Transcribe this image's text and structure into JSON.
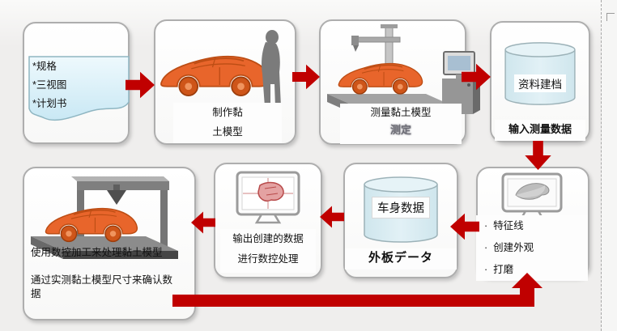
{
  "colors": {
    "arrow_red": "#C00000",
    "car_orange": "#E8652B",
    "cylinder_fill": "#D8EBF1",
    "document_fill": "#D2EAF5",
    "box_border": "#AEAEAE",
    "background": "#EFEEED"
  },
  "icons": [
    "document-icon",
    "car-icon",
    "person-icon",
    "measuring-machine-icon",
    "monitor-icon",
    "database-cylinder-icon",
    "cnc-gantry-icon",
    "nc-sketch-monitor-icon",
    "surface-monitor-icon"
  ],
  "flow": {
    "specs_doc": {
      "lines": [
        "*规格",
        "*三视图",
        "*计划书"
      ]
    },
    "make_clay_model": {
      "caption_lines": [
        "制作黏",
        "土模型"
      ]
    },
    "measure_clay_model": {
      "caption": "测量黏土模型",
      "caption_sub": "测定"
    },
    "data_archive": {
      "cylinder_label": "资料建档",
      "caption": "输入测量数据"
    },
    "design_on_screen": {
      "bullet_char": "·",
      "bullets": [
        "特征线",
        "创建外观",
        "打磨"
      ]
    },
    "body_data": {
      "cylinder_label": "车身数据",
      "caption": "外板データ"
    },
    "output_nc_data": {
      "caption_lines": [
        "输出创建的数据",
        "进行数控处理"
      ]
    },
    "cnc_machining": {
      "line1": "使用数控加工来处理黏土模型",
      "line2": "通过实测黏土模型尺寸来确认数据"
    }
  }
}
